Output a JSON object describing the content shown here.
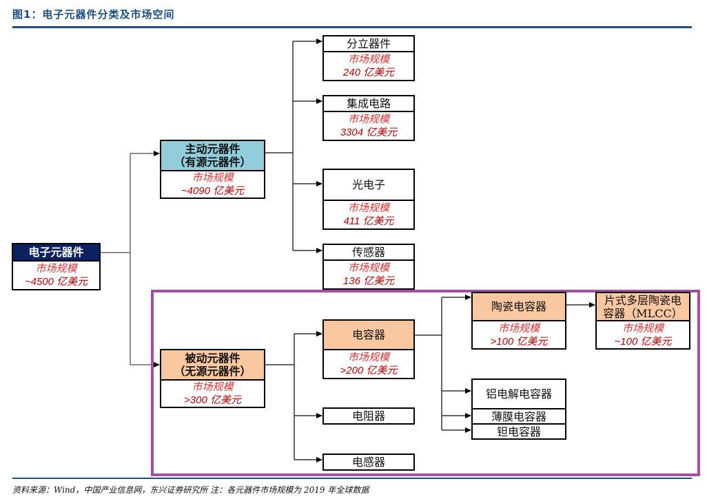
{
  "title": "图1：电子元器件分类及市场空间",
  "footer": "资料来源：Wind，中国产业信息网，东兴证券研究所 注：各元器件市场规模为 2019 年全球数据",
  "market_label": "市场规模",
  "colors": {
    "title": "#1a4e82",
    "rule": "#1c4f80",
    "highlight_border": "#a44da2",
    "root_fill": "#0b2161",
    "active_fill": "#92cddc",
    "passive_fill": "#fac8a0",
    "value_text": "#c00000"
  },
  "nodes": {
    "root": {
      "name": "电子元器件",
      "value": "~4500 亿美元"
    },
    "active": {
      "name_line1": "主动元器件",
      "name_line2": "（有源元器件）",
      "value": "~4090 亿美元"
    },
    "passive": {
      "name_line1": "被动元器件",
      "name_line2": "（无源元器件）",
      "value": ">300 亿美元"
    },
    "discrete": {
      "name": "分立器件",
      "value": "240 亿美元"
    },
    "ic": {
      "name": "集成电路",
      "value": "3304 亿美元"
    },
    "optoelectronics": {
      "name": "光电子",
      "value": "411 亿美元"
    },
    "sensor": {
      "name": "传感器",
      "value": "136 亿美元"
    },
    "capacitor": {
      "name": "电容器",
      "value": ">200 亿美元"
    },
    "resistor": {
      "name": "电阻器"
    },
    "inductor": {
      "name": "电感器"
    },
    "ceramic_cap": {
      "name": "陶瓷电容器",
      "value": ">100 亿美元"
    },
    "mlcc": {
      "name_line1": "片式多层陶瓷电",
      "name_line2": "容器（MLCC）",
      "value": "~100 亿美元"
    },
    "aluminum_cap": {
      "name": "铝电解电容器"
    },
    "film_cap": {
      "name": "薄膜电容器"
    },
    "tantalum_cap": {
      "name": "钽电容器"
    }
  },
  "edges": [
    [
      "root",
      "active"
    ],
    [
      "root",
      "passive"
    ],
    [
      "active",
      "discrete"
    ],
    [
      "active",
      "ic"
    ],
    [
      "active",
      "optoelectronics"
    ],
    [
      "active",
      "sensor"
    ],
    [
      "passive",
      "capacitor"
    ],
    [
      "passive",
      "resistor"
    ],
    [
      "passive",
      "inductor"
    ],
    [
      "capacitor",
      "ceramic_cap"
    ],
    [
      "capacitor",
      "aluminum_cap"
    ],
    [
      "capacitor",
      "film_cap"
    ],
    [
      "capacitor",
      "tantalum_cap"
    ],
    [
      "ceramic_cap",
      "mlcc"
    ]
  ]
}
